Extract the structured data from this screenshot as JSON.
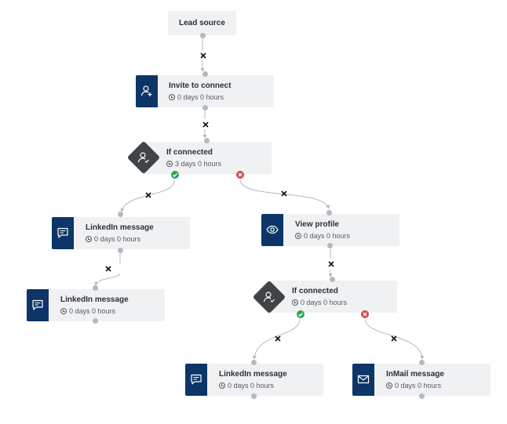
{
  "nodes": {
    "lead_source": {
      "title": "Lead source"
    },
    "invite": {
      "title": "Invite to connect",
      "duration": "0 days 0 hours",
      "icon": "user-plus-icon"
    },
    "if_connected_1": {
      "title": "If connected",
      "duration": "3 days 0 hours",
      "icon": "user-check-icon"
    },
    "linkedin_msg_1": {
      "title": "LinkedIn message",
      "duration": "0 days 0 hours",
      "icon": "chat-icon"
    },
    "linkedin_msg_2": {
      "title": "LinkedIn message",
      "duration": "0 days 0 hours",
      "icon": "chat-icon"
    },
    "view_profile": {
      "title": "View profile",
      "duration": "0 days 0 hours",
      "icon": "eye-icon"
    },
    "if_connected_2": {
      "title": "If connected",
      "duration": "0 days 0 hours",
      "icon": "user-check-icon"
    },
    "linkedin_msg_3": {
      "title": "LinkedIn message",
      "duration": "0 days 0 hours",
      "icon": "chat-icon"
    },
    "inmail_msg": {
      "title": "InMail message",
      "duration": "0 days 0 hours",
      "icon": "mail-icon"
    }
  },
  "colors": {
    "accent": "#0d3567",
    "condition": "#3f4449",
    "yes": "#2ea44f",
    "no": "#d64545",
    "connector": "#b5b9bd"
  }
}
